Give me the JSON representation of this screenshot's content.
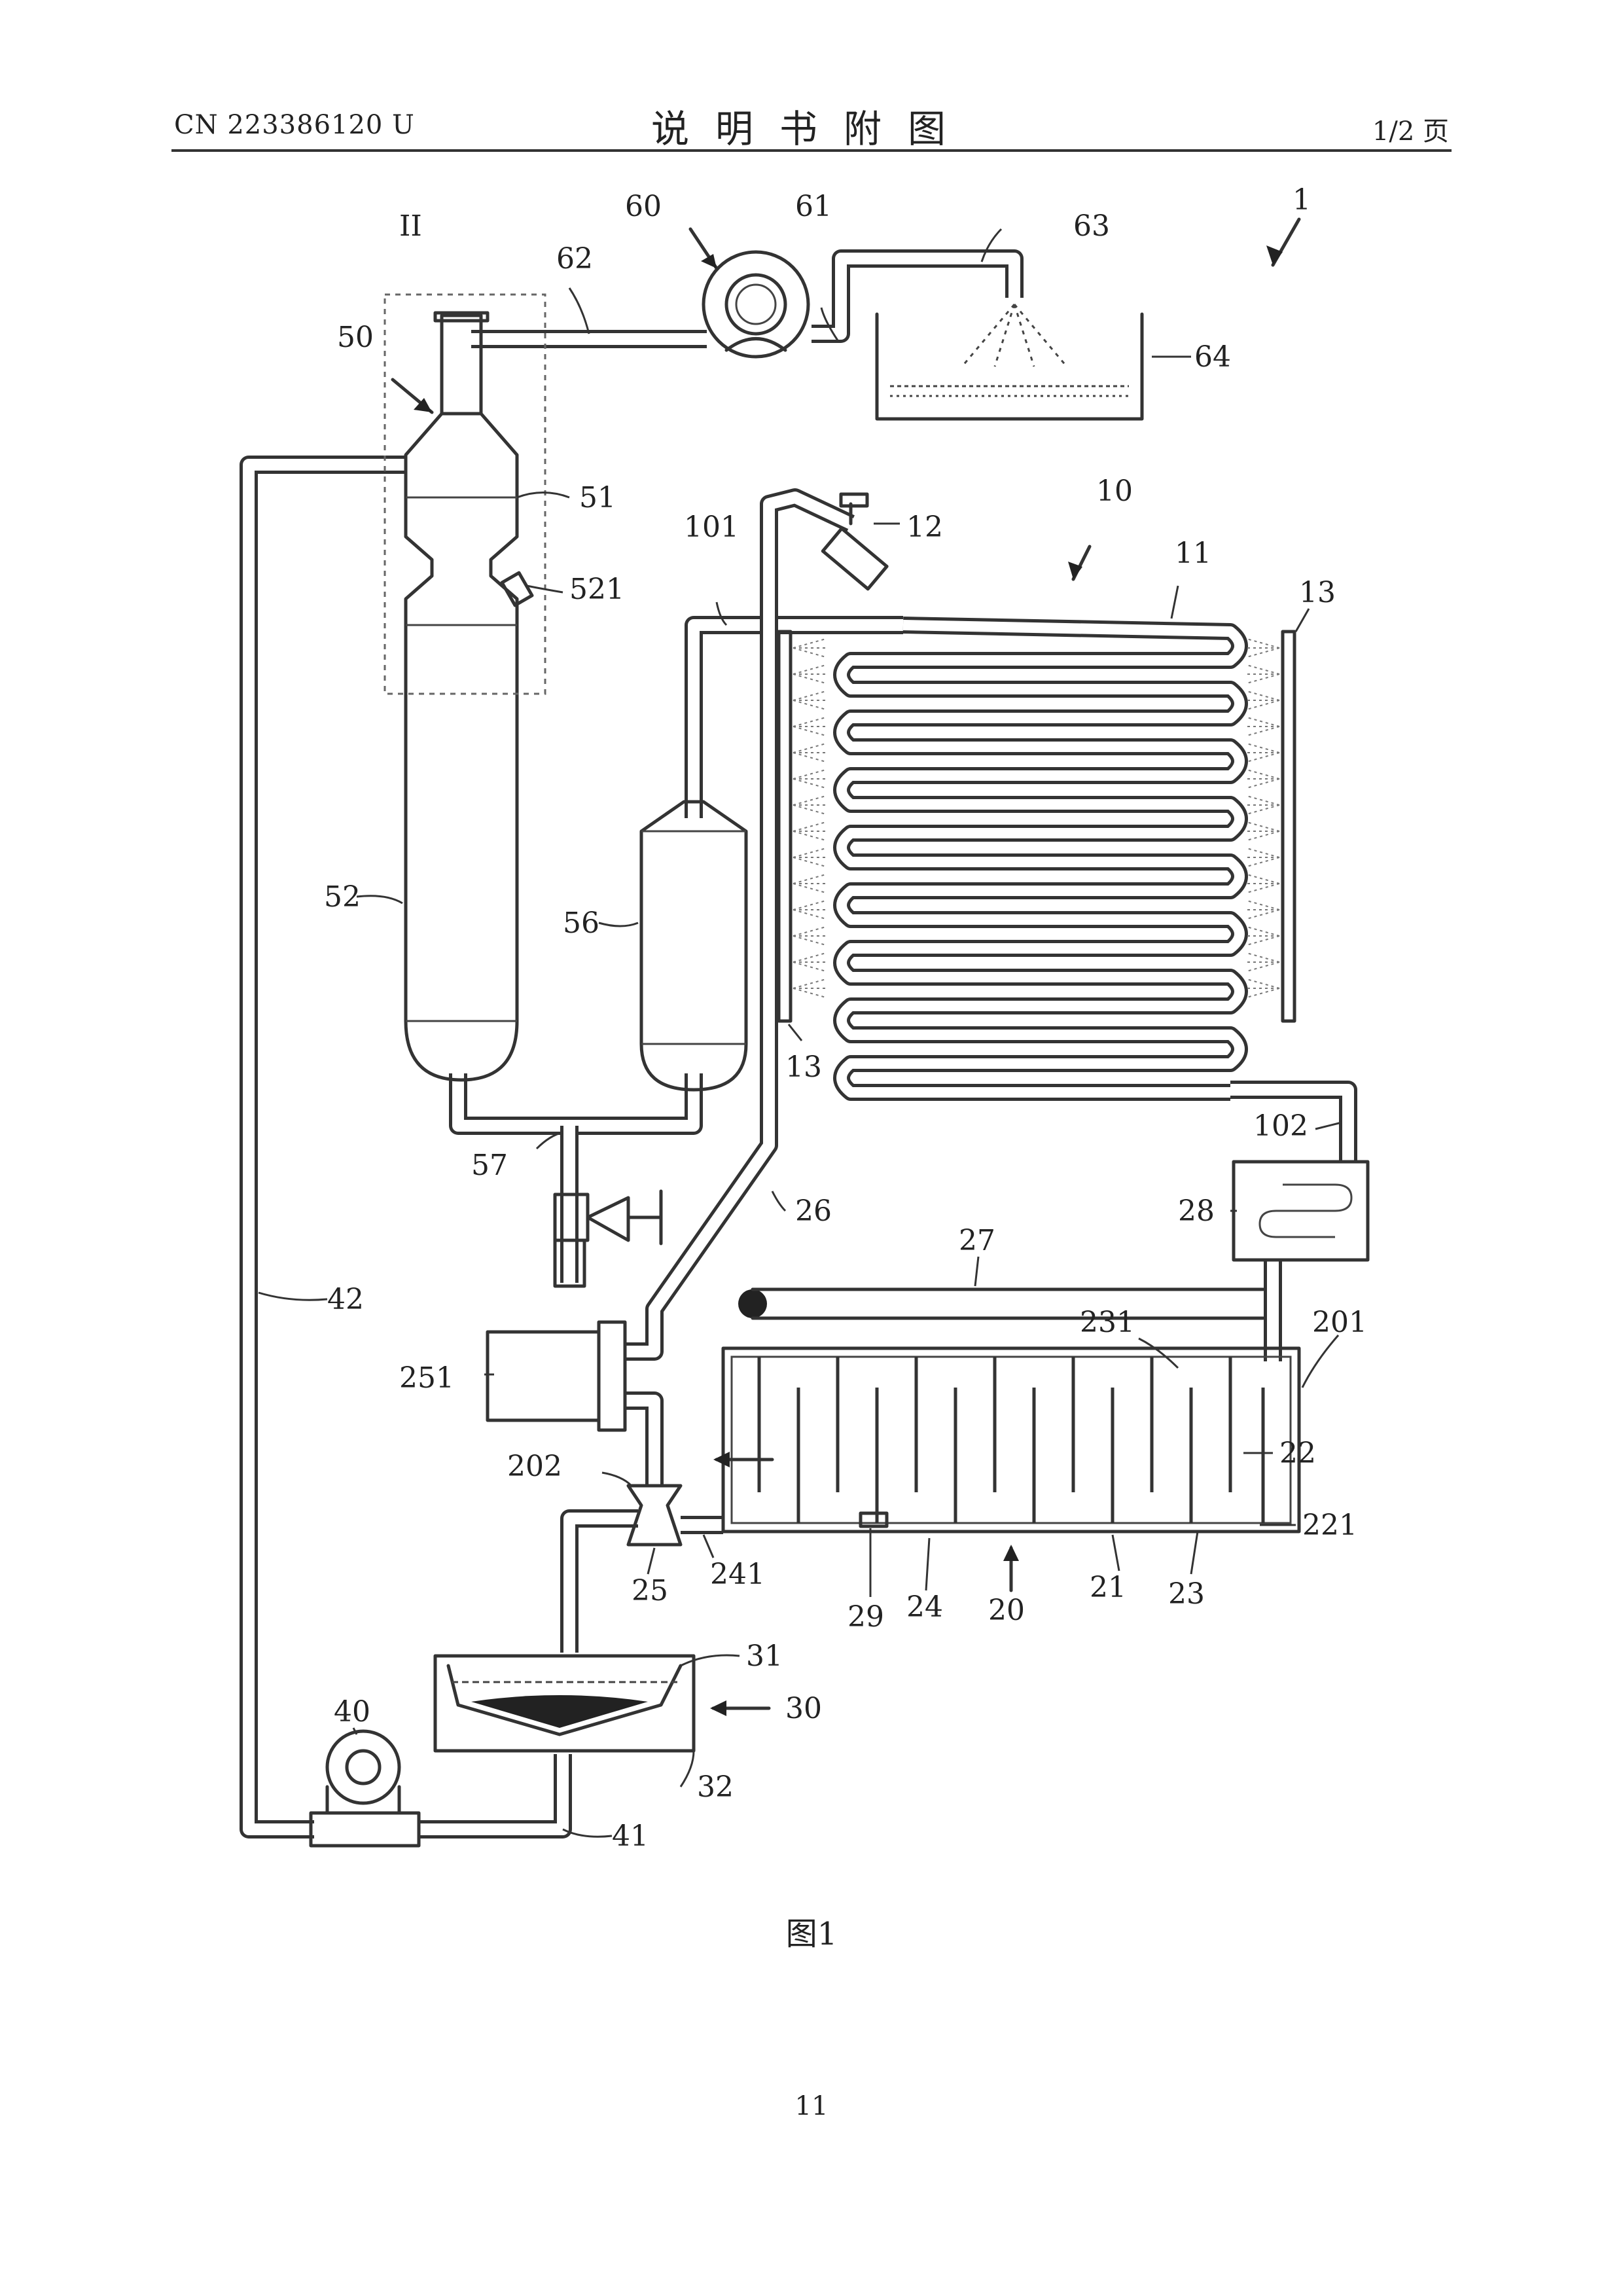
{
  "header": {
    "doc_number": "CN 223386120 U",
    "title": "说明书附图",
    "page_ratio": "1/2 页"
  },
  "figure": {
    "caption": "图1",
    "detail_marker": "II",
    "labels": {
      "l1": "1",
      "l10": "10",
      "l11": "11",
      "l12": "12",
      "l13a": "13",
      "l13b": "13",
      "l20": "20",
      "l21": "21",
      "l22": "22",
      "l23": "23",
      "l24": "24",
      "l25": "25",
      "l26": "26",
      "l27": "27",
      "l28": "28",
      "l29": "29",
      "l30": "30",
      "l31": "31",
      "l32": "32",
      "l40": "40",
      "l41": "41",
      "l42": "42",
      "l50": "50",
      "l51": "51",
      "l52": "52",
      "l56": "56",
      "l57": "57",
      "l60": "60",
      "l61": "61",
      "l62": "62",
      "l63": "63",
      "l64": "64",
      "l101": "101",
      "l102": "102",
      "l201": "201",
      "l202": "202",
      "l221": "221",
      "l231": "231",
      "l241": "241",
      "l251": "251",
      "l521": "521"
    }
  },
  "page_number": "11"
}
